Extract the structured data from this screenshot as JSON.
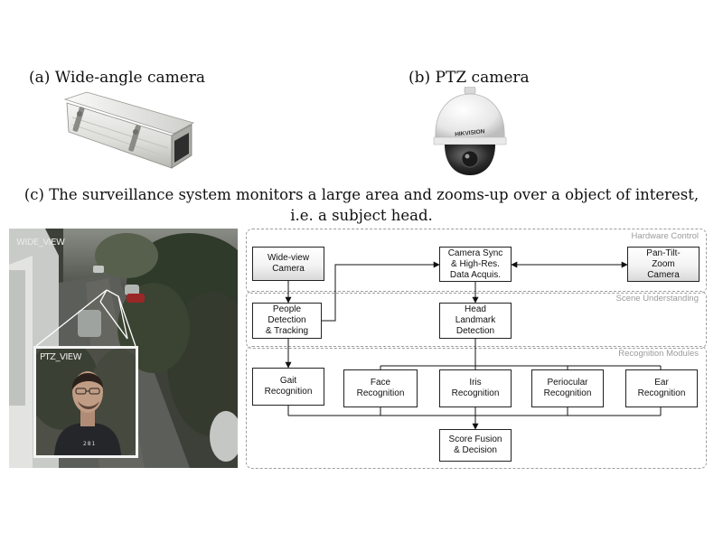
{
  "captions": {
    "a": "(a) Wide-angle camera",
    "b": "(b) PTZ camera",
    "c": "(c) The surveillance system monitors a large area and zooms-up over a object of interest, i.e. a subject head."
  },
  "ptz_camera": {
    "brand": "HIKVISION"
  },
  "surveillance_view": {
    "wide_label": "WIDE_VIEW",
    "ptz_label": "PTZ_VIEW",
    "ptz_code": "2 8 1"
  },
  "diagram": {
    "panels": {
      "hardware": "Hardware Control",
      "scene": "Scene Understanding",
      "recognition": "Recognition Modules"
    },
    "nodes": {
      "wide_camera": "Wide-view\nCamera",
      "sync": "Camera Sync\n& High-Res.\nData Acquis.",
      "ptz_camera": "Pan-Tilt-\nZoom\nCamera",
      "people": "People\nDetection\n& Tracking",
      "head": "Head\nLandmark\nDetection",
      "gait": "Gait\nRecognition",
      "face": "Face\nRecognition",
      "iris": "Iris\nRecognition",
      "periocular": "Periocular\nRecognition",
      "ear": "Ear\nRecognition",
      "fusion": "Score Fusion\n& Decision"
    }
  },
  "colors": {
    "panel_border": "#9d9d9d",
    "panel_title": "#9b9b9b",
    "node_border": "#222222"
  }
}
